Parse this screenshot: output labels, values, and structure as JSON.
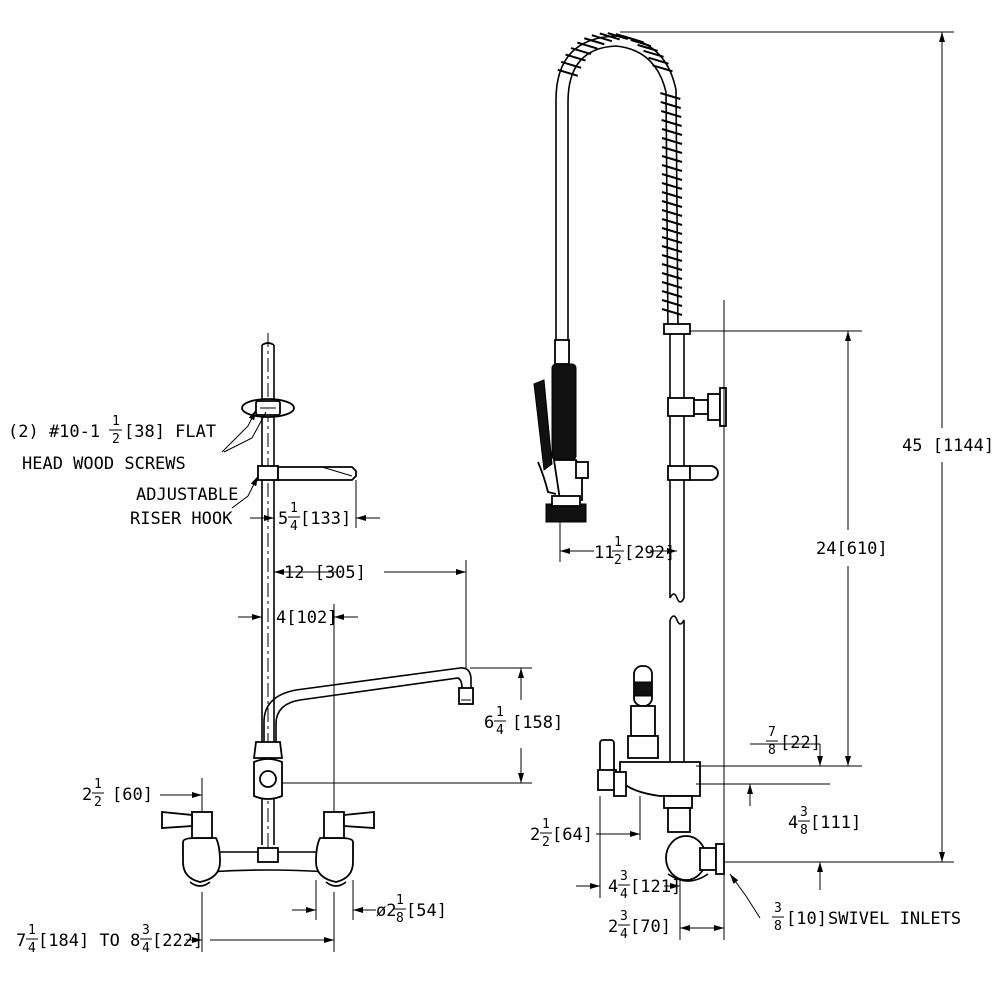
{
  "labels": {
    "screws_line1": "(2) #10-1",
    "screws_frac_num": "1",
    "screws_frac_den": "2",
    "screws_line1_tail": "[38] FLAT",
    "screws_line2": "HEAD WOOD SCREWS",
    "hook_line1": "ADJUSTABLE",
    "hook_line2": "RISER HOOK",
    "inlets": "SWIVEL INLETS"
  },
  "dims": {
    "hook_whole": "5",
    "hook_num": "1",
    "hook_den": "4",
    "hook_mm": "[133]",
    "spout_len": "12 [305]",
    "center_off": "4[102]",
    "spout_ht_whole": "6",
    "spout_ht_num": "1",
    "spout_ht_den": "4",
    "spout_ht_mm": "[158]",
    "wall_whole": "2",
    "wall_num": "1",
    "wall_den": "2",
    "wall_mm": "[60]",
    "flange_prefix": "ø2",
    "flange_num": "1",
    "flange_den": "8",
    "flange_mm": "[54]",
    "centers_whole_a": "7",
    "centers_num_a": "1",
    "centers_den_a": "4",
    "centers_mid": "[184] TO 8",
    "centers_num_b": "3",
    "centers_den_b": "4",
    "centers_mm_b": "[222]",
    "overall_ht": "45 [1144]",
    "riser_ht": "24[610]",
    "spray_whole": "11",
    "spray_num": "1",
    "spray_den": "2",
    "spray_mm": "[292]",
    "top_num": "7",
    "top_den": "8",
    "top_mm": "[22]",
    "body_whole": "4",
    "body_num": "3",
    "body_den": "8",
    "body_mm": "[111]",
    "handle_whole": "2",
    "handle_num": "1",
    "handle_den": "2",
    "handle_mm": "[64]",
    "base_whole": "4",
    "base_num": "3",
    "base_den": "4",
    "base_mm": "[121]",
    "inlet_off_whole": "2",
    "inlet_off_num": "3",
    "inlet_off_den": "4",
    "inlet_off_mm": "[70]",
    "inlet_num": "3",
    "inlet_den": "8",
    "inlet_mm": "[10]"
  }
}
